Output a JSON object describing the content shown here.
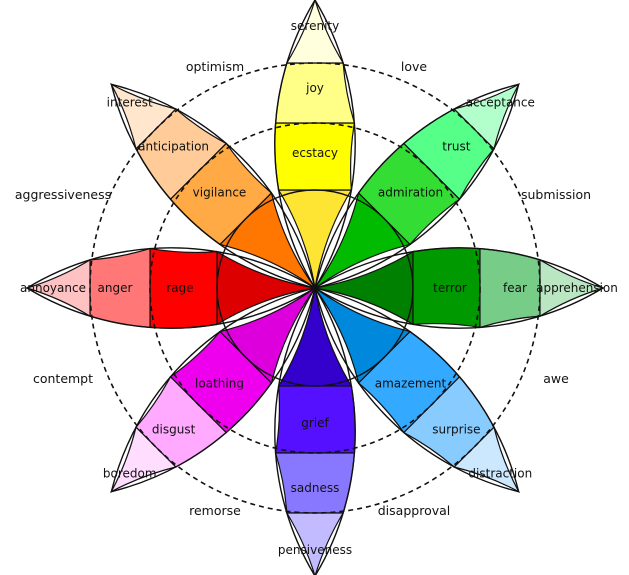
{
  "petals": [
    {
      "name": "joy-petal",
      "direction": "up",
      "levels": [
        {
          "label": "serenity",
          "color": "#ffff88"
        },
        {
          "label": "joy",
          "color": "#ffff00"
        },
        {
          "label": "ecstacy",
          "color": "#ffe533"
        }
      ],
      "tip_color": "#ffffdd"
    },
    {
      "name": "trust-petal",
      "direction": "up-right",
      "levels": [
        {
          "label": "acceptance",
          "color": "#55ff88"
        },
        {
          "label": "trust",
          "color": "#33dd33"
        },
        {
          "label": "admiration",
          "color": "#00bb00"
        }
      ],
      "tip_color": "#b3ffcc"
    },
    {
      "name": "fear-petal",
      "direction": "right",
      "levels": [
        {
          "label": "apprehension",
          "color": "#77cc88"
        },
        {
          "label": "fear",
          "color": "#009900"
        },
        {
          "label": "terror",
          "color": "#008000"
        }
      ],
      "tip_color": "#bbe6c2"
    },
    {
      "name": "surprise-petal",
      "direction": "down-right",
      "levels": [
        {
          "label": "distraction",
          "color": "#88ccff"
        },
        {
          "label": "surprise",
          "color": "#33aaff"
        },
        {
          "label": "amazement",
          "color": "#0088dd"
        }
      ],
      "tip_color": "#cce8ff"
    },
    {
      "name": "sadness-petal",
      "direction": "down",
      "levels": [
        {
          "label": "pensiveness",
          "color": "#8877ff"
        },
        {
          "label": "sadness",
          "color": "#5511ff"
        },
        {
          "label": "grief",
          "color": "#3300cc"
        }
      ],
      "tip_color": "#c2bbff"
    },
    {
      "name": "disgust-petal",
      "direction": "down-left",
      "levels": [
        {
          "label": "boredom",
          "color": "#ffaaff"
        },
        {
          "label": "disgust",
          "color": "#ee00ee"
        },
        {
          "label": "loathing",
          "color": "#dd00dd"
        }
      ],
      "tip_color": "#ffddff"
    },
    {
      "name": "anger-petal",
      "direction": "left",
      "levels": [
        {
          "label": "annoyance",
          "color": "#ff7777"
        },
        {
          "label": "anger",
          "color": "#ff0000"
        },
        {
          "label": "rage",
          "color": "#dd0000"
        }
      ],
      "tip_color": "#ffc2c2"
    },
    {
      "name": "anticipation-petal",
      "direction": "up-left",
      "levels": [
        {
          "label": "interest",
          "color": "#ffcc99"
        },
        {
          "label": "anticipation",
          "color": "#ffaa44"
        },
        {
          "label": "vigilance",
          "color": "#ff7700"
        }
      ],
      "tip_color": "#ffe6cc"
    }
  ],
  "dyads": [
    {
      "name": "dyad-love",
      "label": "love"
    },
    {
      "name": "dyad-submission",
      "label": "submission"
    },
    {
      "name": "dyad-awe",
      "label": "awe"
    },
    {
      "name": "dyad-disapproval",
      "label": "disapproval"
    },
    {
      "name": "dyad-remorse",
      "label": "remorse"
    },
    {
      "name": "dyad-contempt",
      "label": "contempt"
    },
    {
      "name": "dyad-aggressiveness",
      "label": "aggressiveness"
    },
    {
      "name": "dyad-optimism",
      "label": "optimism"
    }
  ]
}
